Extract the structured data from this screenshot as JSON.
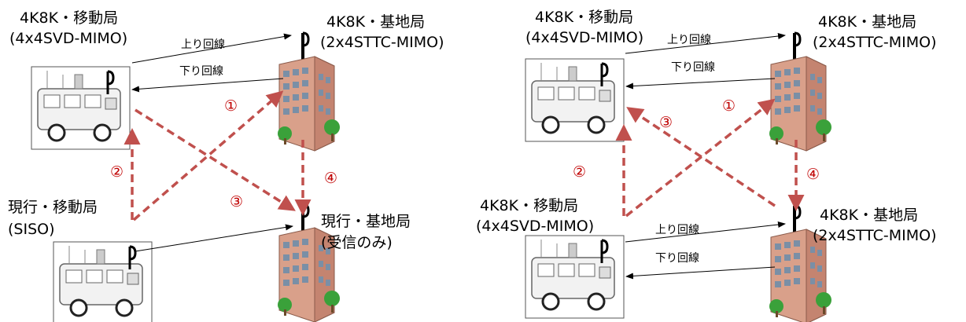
{
  "left": {
    "mobile_4k8k_name": "4K8K・移動局",
    "mobile_4k8k_sub": "(4x4SVD-MIMO)",
    "base_4k8k_name": "4K8K・基地局",
    "base_4k8k_sub": "(2x4STTC-MIMO)",
    "uplink": "上り回線",
    "downlink": "下り回線",
    "mobile_current_name": "現行・移動局",
    "mobile_current_sub": "(SISO)",
    "base_current_name": "現行・基地局",
    "base_current_sub": "(受信のみ)",
    "n1": "①",
    "n2": "②",
    "n3": "③",
    "n4": "④"
  },
  "right": {
    "mobile_a_name": "4K8K・移動局",
    "mobile_a_sub": "(4x4SVD-MIMO)",
    "base_a_name": "4K8K・基地局",
    "base_a_sub": "(2x4STTC-MIMO)",
    "uplink_a": "上り回線",
    "downlink_a": "下り回線",
    "mobile_b_name": "4K8K・移動局",
    "mobile_b_sub": "(4x4SVD-MIMO)",
    "base_b_name": "4K8K・基地局",
    "base_b_sub": "(2x4STTC-MIMO)",
    "uplink_b": "上り回線",
    "downlink_b": "下り回線",
    "n1": "①",
    "n2": "②",
    "n3": "③",
    "n4": "④"
  },
  "colors": {
    "interference_arrow": "#c0504d",
    "number": "#c00000",
    "building": "#d9a08a",
    "tree": "#3aa13a"
  }
}
